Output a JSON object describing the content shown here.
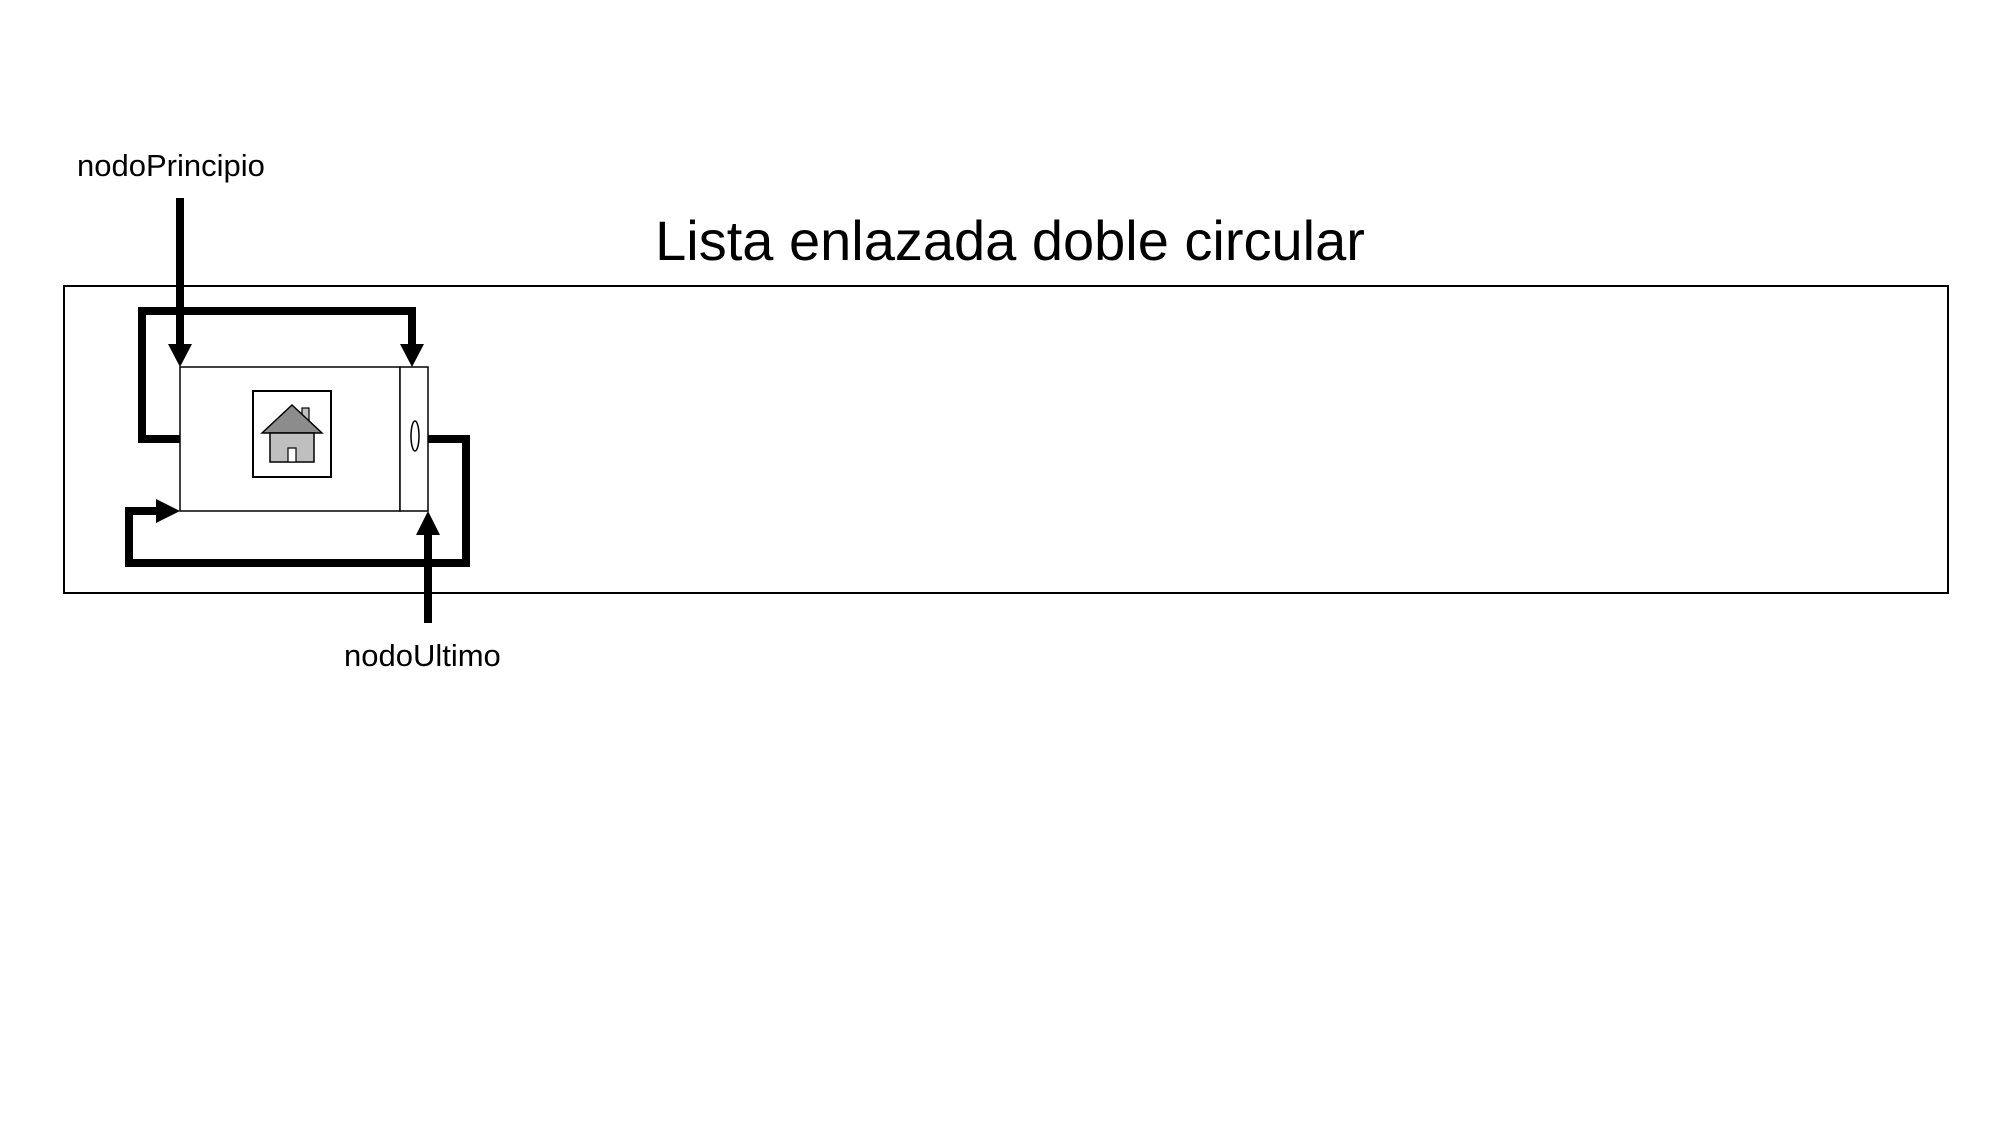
{
  "diagram": {
    "title": "Lista enlazada doble circular",
    "pointer_start_label": "nodoPrincipio",
    "pointer_end_label": "nodoUltimo",
    "node_icon": "house-icon"
  }
}
